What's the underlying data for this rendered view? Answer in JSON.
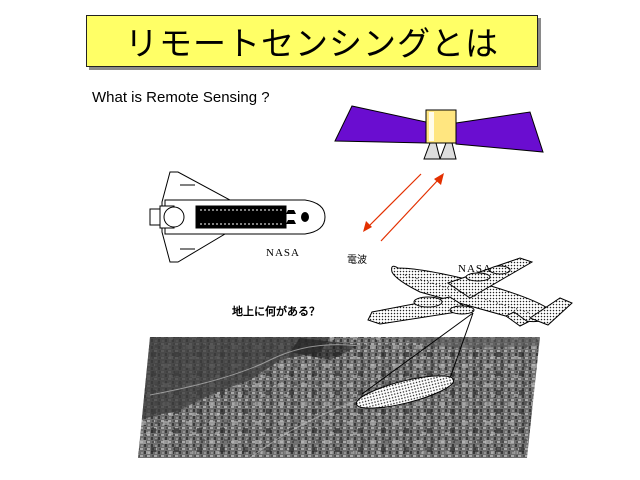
{
  "title": "リモートセンシングとは",
  "subtitle": "What is Remote Sensing ?",
  "shuttle_label": "NASA",
  "aircraft_label": "NASA",
  "wave_label": "電波",
  "question": "地上に何がある？",
  "colors": {
    "title_background": "#ffff66",
    "satellite_panels": "#6a0dd0",
    "satellite_body": "#ffe680",
    "signal_arrows": "#e33000"
  },
  "icons": [
    "satellite-icon",
    "space-shuttle-icon",
    "aircraft-icon"
  ]
}
